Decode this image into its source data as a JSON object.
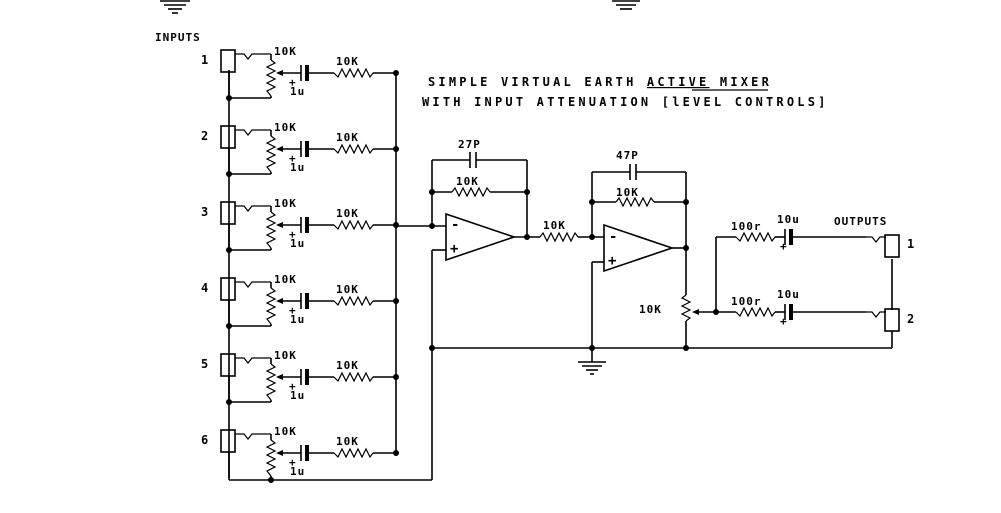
{
  "title": {
    "line1_pre": "SIMPLE VIRTUAL EARTH ",
    "line1_u": "ACTIVE",
    "line1_post": " MIXER",
    "line2": "WITH INPUT ATTENUATION [lEVEL CONTROLS]"
  },
  "inputs_label": "INPUTS",
  "outputs_label": "OUTPUTS",
  "channels": [
    {
      "num": "1",
      "pot": "10K",
      "cap": "1u",
      "res": "10K"
    },
    {
      "num": "2",
      "pot": "10K",
      "cap": "1u",
      "res": "10K"
    },
    {
      "num": "3",
      "pot": "10K",
      "cap": "1u",
      "res": "10K"
    },
    {
      "num": "4",
      "pot": "10K",
      "cap": "1u",
      "res": "10K"
    },
    {
      "num": "5",
      "pot": "10K",
      "cap": "1u",
      "res": "10K"
    },
    {
      "num": "6",
      "pot": "10K",
      "cap": "1u",
      "res": "10K"
    }
  ],
  "stage1": {
    "cap": "27P",
    "feedback_res": "10K"
  },
  "interstage_res": "10K",
  "stage2": {
    "cap": "47P",
    "feedback_res": "10K"
  },
  "output_pot": "10K",
  "outputs": [
    {
      "num": "1",
      "res": "100r",
      "cap": "10u"
    },
    {
      "num": "2",
      "res": "100r",
      "cap": "10u"
    }
  ],
  "opamp_signs": {
    "minus": "-",
    "plus": "+"
  },
  "cap_polarity": "+"
}
